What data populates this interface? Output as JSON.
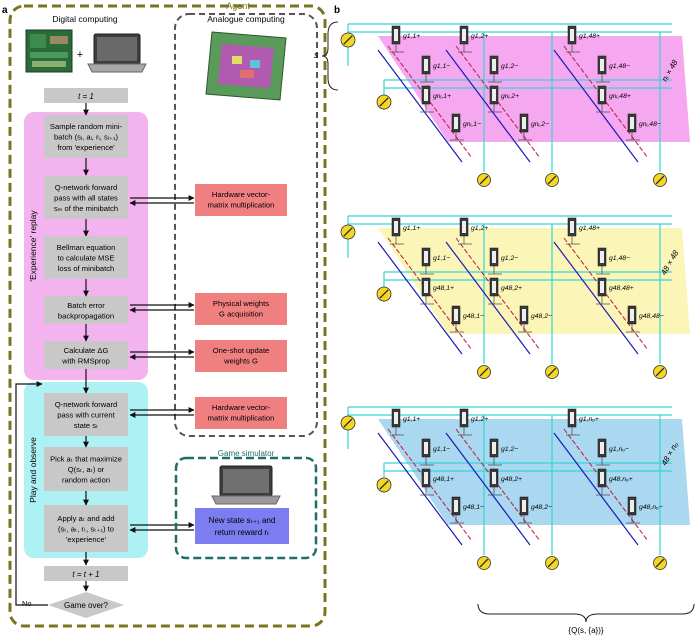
{
  "panel_a": {
    "label": "a",
    "agent_title": "Agent",
    "digital_title": "Digital computing",
    "plus": "+",
    "analogue_title": "Analogue computing",
    "t_init": "t = 1",
    "steps": [
      [
        "Sample random mini-",
        "batch (sᵢ, aᵢ, rᵢ, sᵢ₊₁)",
        "from 'experience'"
      ],
      [
        "Q-network forward",
        "pass with all states",
        "sₘ of the minibatch"
      ],
      [
        "Bellman equation",
        "to calculate MSE",
        "loss of minibatch"
      ],
      [
        "Batch error",
        "backpropagation"
      ],
      [
        "Calculate ΔG",
        "with RMSprop"
      ],
      [
        "Q-network forward",
        "pass with current",
        "state sₜ"
      ],
      [
        "Pick aₜ that maximize",
        "Q(sₜ, aₜ) or",
        "random action"
      ],
      [
        "Apply aₜ and add",
        "(sₜ, aₜ, rₜ, sₜ₊₁) to",
        "'experience'"
      ]
    ],
    "t_update": "t = t + 1",
    "decision": "Game over?",
    "no_label": "No",
    "replay_label": "'Experience' replay",
    "play_label": "Play and observe",
    "hardware_boxes": [
      [
        "Hardware vector-",
        "matrix multiplication"
      ],
      [
        "Physical weights",
        "G acquisition"
      ],
      [
        "One-shot update",
        "weights G"
      ],
      [
        "Hardware vector-",
        "matrix multiplication"
      ]
    ],
    "game_simulator_title": "Game simulator",
    "new_state_box": [
      "New state sₜ₊₁ and",
      "return reward rₜ"
    ]
  },
  "panel_b": {
    "label": "b",
    "input_label": "s",
    "output_label": "{Q(s, {a})}",
    "layers": [
      {
        "dims": "nᵢ × 48",
        "color": "#f5a8f0",
        "cells": [
          [
            "g1,1+",
            "g1,2+",
            "g1,48+"
          ],
          [
            "g1,1−",
            "g1,2−",
            "g1,48−"
          ],
          [
            "gnᵢ,1+",
            "gnᵢ,2+",
            "gnᵢ,48+"
          ],
          [
            "gnᵢ,1−",
            "gnᵢ,2−",
            "gnᵢ,48−"
          ]
        ]
      },
      {
        "dims": "48 × 48",
        "color": "#fbf6b8",
        "cells": [
          [
            "g1,1+",
            "g1,2+",
            "g1,48+"
          ],
          [
            "g1,1−",
            "g1,2−",
            "g1,48−"
          ],
          [
            "g48,1+",
            "g48,2+",
            "g48,48+"
          ],
          [
            "g48,1−",
            "g48,2−",
            "g48,48−"
          ]
        ]
      },
      {
        "dims": "48 × nₒ",
        "color": "#a9d8f0",
        "cells": [
          [
            "g1,1+",
            "g1,2+",
            "g1,nₒ+"
          ],
          [
            "g1,1−",
            "g1,2−",
            "g1,nₒ−"
          ],
          [
            "g48,1+",
            "g48,2+",
            "g48,nₒ+"
          ],
          [
            "g48,1−",
            "g48,2−",
            "g48,nₒ−"
          ]
        ]
      }
    ]
  },
  "colors": {
    "agent_border": "#7a7420",
    "sim_border": "#1f6e6a",
    "replay_bg": "#f3b3ef",
    "play_bg": "#aef1f4",
    "step_box": "#c8c8c8",
    "hardware_box": "#f08080",
    "state_box": "#7d7df2",
    "wire_cyan": "#33d6d6",
    "wire_blue": "#1a1ab8",
    "wire_red": "#c01840",
    "cell_dark": "#3a3a3a",
    "meter": "#f4d624"
  }
}
